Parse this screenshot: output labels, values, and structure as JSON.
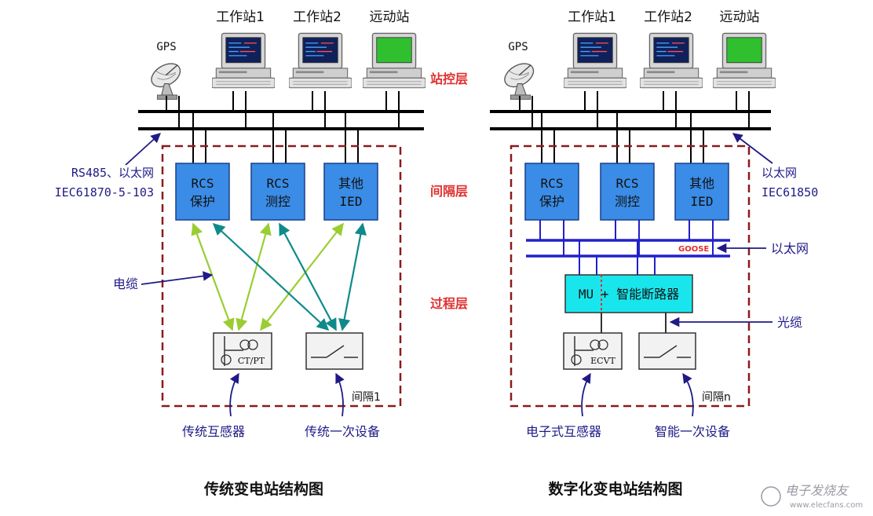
{
  "layers": {
    "station_control": "站控层",
    "bay": "间隔层",
    "process": "过程层"
  },
  "left": {
    "gps": "GPS",
    "workstation1": "工作站1",
    "workstation2": "工作站2",
    "remote_station": "远动站",
    "bus_note_line1": "RS485、以太网",
    "bus_note_line2": "IEC61870-5-103",
    "ied_protect": [
      "RCS",
      "保护"
    ],
    "ied_measure": [
      "RCS",
      "测控"
    ],
    "ied_other": [
      "其他",
      "IED"
    ],
    "cable_note": "电缆",
    "ctpt": "CT/PT",
    "bay_label": "间隔1",
    "sensor_caption": "传统互感器",
    "device_caption": "传统一次设备",
    "title": "传统变电站结构图"
  },
  "right": {
    "gps": "GPS",
    "workstation1": "工作站1",
    "workstation2": "工作站2",
    "remote_station": "远动站",
    "bus_note_line1": "以太网",
    "bus_note_line2": "IEC61850",
    "ied_protect": [
      "RCS",
      "保护"
    ],
    "ied_measure": [
      "RCS",
      "测控"
    ],
    "ied_other": [
      "其他",
      "IED"
    ],
    "goose": "GOOSE",
    "ethernet_note": "以太网",
    "mu_box": "MU + 智能断路器",
    "fiber_note": "光缆",
    "ecvt": "ECVT",
    "bay_label": "间隔n",
    "sensor_caption": "电子式互感器",
    "device_caption": "智能一次设备",
    "title": "数字化变电站结构图"
  },
  "watermark": {
    "text": "电子发烧友",
    "url": "www.elecfans.com"
  },
  "colors": {
    "layer_label": "#e0312f",
    "annotation": "#1f1a86",
    "ied_box": "#3a8ce6",
    "mu_box": "#19e6ec",
    "bay_border": "#8b1a1a",
    "arrow_green": "#9acd32",
    "arrow_teal": "#0f8a8a",
    "ethernet_bus": "#2020c8",
    "screen_blue": "#10205a",
    "screen_green": "#2fbf2f"
  }
}
